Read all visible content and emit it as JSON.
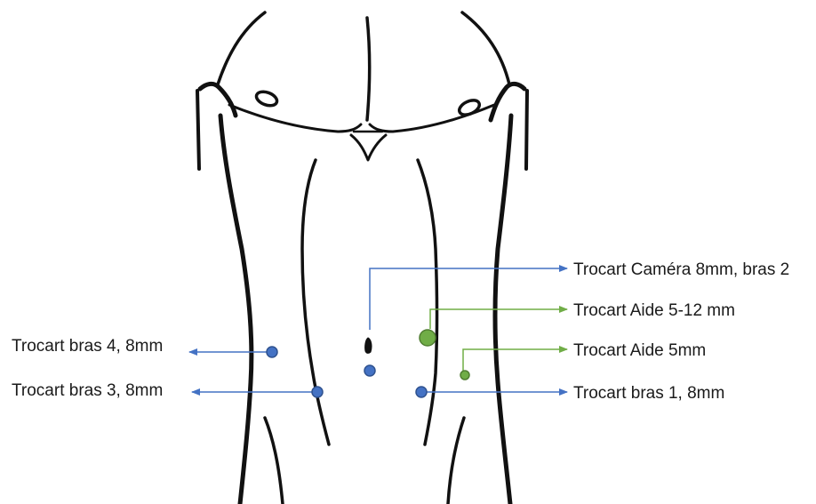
{
  "colors": {
    "robot_port": "#4472C4",
    "assistant_port": "#70AD47",
    "outline": "#111111",
    "marker_stroke": "#2F528F",
    "assistant_stroke": "#507E32"
  },
  "labels": {
    "camera": "Trocart Caméra 8mm, bras 2",
    "aide_5_12": "Trocart Aide 5-12 mm",
    "aide_5": "Trocart Aide 5mm",
    "bras_1": "Trocart bras 1, 8mm",
    "bras_3": "Trocart bras 3, 8mm",
    "bras_4": "Trocart bras 4, 8mm"
  }
}
